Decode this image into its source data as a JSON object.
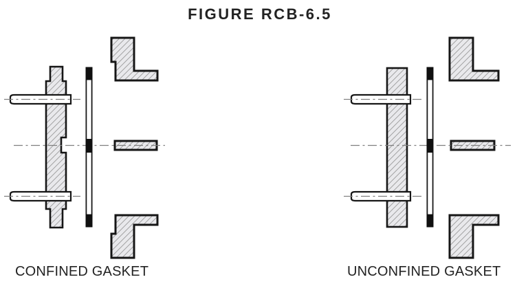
{
  "title": "FIGURE RCB-6.5",
  "figures": [
    {
      "id": "confined",
      "caption": "CONFINED GASKET"
    },
    {
      "id": "unconfined",
      "caption": "UNCONFINED GASKET"
    }
  ],
  "colors": {
    "outline": "#161616",
    "hatch_fill": "#e9e9ec",
    "hatch_line": "#9b9b9b",
    "centerline": "#7f7f7f",
    "gasket": "#101010",
    "text": "#222222",
    "background": "#ffffff"
  }
}
